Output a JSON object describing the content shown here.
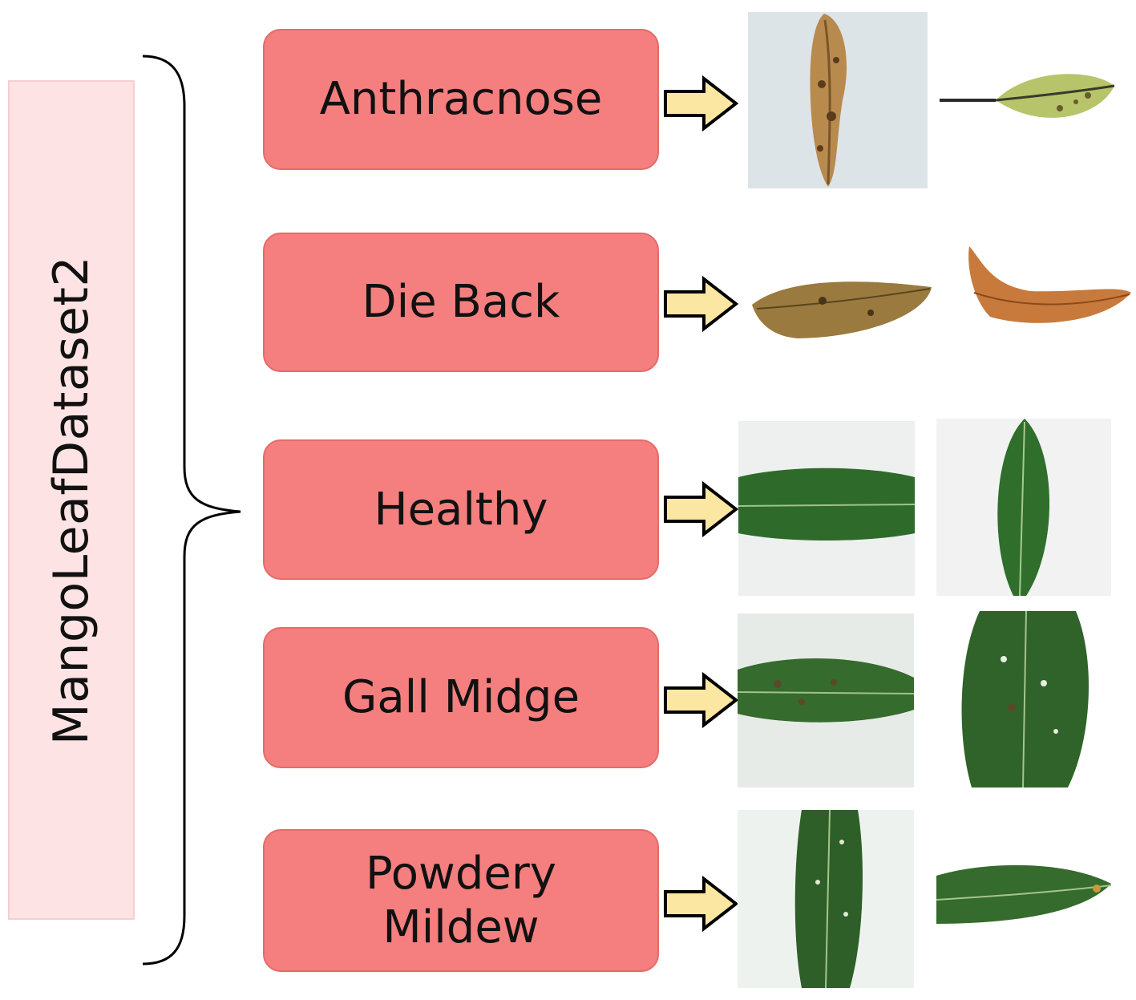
{
  "diagram": {
    "dataset_name": "MangoLeafDataset2",
    "classes": [
      {
        "label": "Anthracnose"
      },
      {
        "label": "Die Back"
      },
      {
        "label": "Healthy"
      },
      {
        "label": "Gall Midge"
      },
      {
        "label": "Powdery\nMildew"
      }
    ],
    "colors": {
      "class_box": "#f57f7f",
      "dataset_box": "#fde3e3",
      "arrow_fill": "#fbe6a2",
      "healthy_leaf": "#2e6b2a",
      "diseased_leaf": "#b07a3a"
    }
  }
}
